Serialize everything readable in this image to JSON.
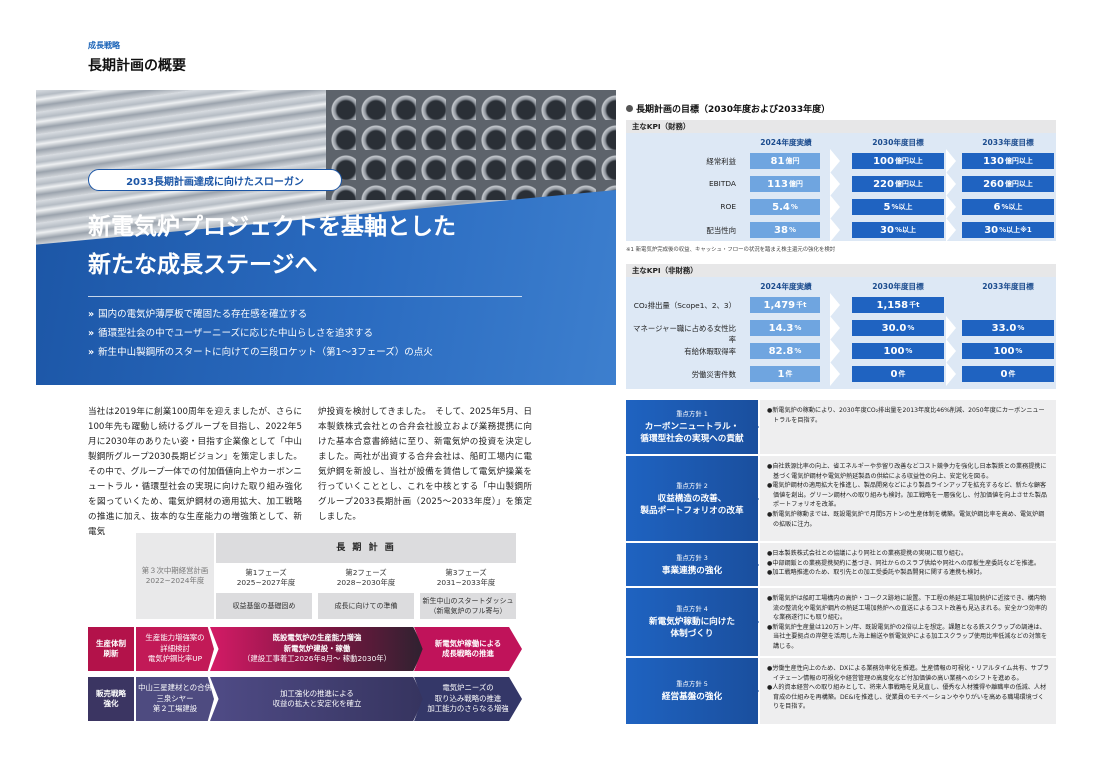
{
  "left": {
    "section_label": "成長戦略",
    "page_title": "長期計画の概要",
    "slogan_label": "2033長期計画達成に向けたスローガン",
    "headline_1": "新電気炉プロジェクトを基軸とした",
    "headline_2": "新たな成長ステージへ",
    "bullets": [
      "国内の電気炉薄厚板で確固たる存在感を確立する",
      "循環型社会の中でユーザーニーズに応じた中山らしさを追求する",
      "新生中山製鋼所のスタートに向けての三段ロケット（第1～3フェーズ）の点火"
    ],
    "body_1": "当社は2019年に創業100周年を迎えましたが、さらに100年先も躍動し続けるグループを目指し、2022年5月に2030年のありたい姿・目指す企業像として「中山製鋼所グループ2030長期ビジョン」を策定しました。その中で、グループ一体での付加価値向上やカーボンニュートラル・循環型社会の実現に向けた取り組み強化を図っていくため、電気炉鋼材の適用拡大、加工戦略の推進に加え、抜本的な生産能力の増強策として、新電気",
    "body_2": "炉投資を検討してきました。　そして、2025年5月、日本製鉄株式会社との合弁会社設立および業務提携に向けた基本合意書締結に至り、新電気炉の投資を決定しました。両社が出資する合弁会社は、船町工場内に電気炉鋼を新設し、当社が設備を賃借して電気炉操業を行っていくこととし、これを中核とする「中山製鋼所グループ2033長期計画（2025～2033年度）」を策定しました。",
    "diagram": {
      "prev_plan": "第３次中期経営計画\n2022~2024年度",
      "long_plan": "長 期 計 画",
      "phases": [
        {
          "name": "第1フェーズ",
          "years": "2025~2027年度",
          "theme": "収益基盤の基礎固め"
        },
        {
          "name": "第2フェーズ",
          "years": "2028~2030年度",
          "theme": "成長に向けての準備"
        },
        {
          "name": "第3フェーズ",
          "years": "2031~2033年度",
          "theme": "新生中山のスタートダッシュ\n（新電気炉のフル寄与）"
        }
      ],
      "row1_label": "生産体制\n刷新",
      "row1_a": "生産能力増強案の\n詳細検討\n電気炉鋼比率UP",
      "row1_b1": "既設電気炉の生産能力増強",
      "row1_b2": "新電気炉建設・稼働",
      "row1_b3": "（建設工事着工2026年8月～ 稼動2030年）",
      "row1_c": "新電気炉稼働による\n成長戦略の推進",
      "row2_label": "販売戦略\n強化",
      "row2_a": "中山三星建材との合併\n三泉シヤー\n第２工場建設",
      "row2_b": "加工強化の推進による\n収益の拡大と安定化を確立",
      "row2_c": "電気炉ニーズの\n取り込み戦略の推進\n加工能力のさらなる増強"
    }
  },
  "right": {
    "heading": "長期計画の目標（2030年度および2033年度）",
    "financial_band": "主なKPI（財務）",
    "nonfinancial_band": "主なKPI（非財務）",
    "col_heads": [
      "2024年度実績",
      "2030年度目標",
      "2033年度目標"
    ],
    "financial_rows": [
      {
        "name": "経常利益",
        "actual": "81",
        "actual_unit": "億円",
        "t2030": "100",
        "t2030_unit": "億円以上",
        "t2033": "130",
        "t2033_unit": "億円以上"
      },
      {
        "name": "EBITDA",
        "actual": "113",
        "actual_unit": "億円",
        "t2030": "220",
        "t2030_unit": "億円以上",
        "t2033": "260",
        "t2033_unit": "億円以上"
      },
      {
        "name": "ROE",
        "actual": "5.4",
        "actual_unit": "%",
        "t2030": "5",
        "t2030_unit": "%以上",
        "t2033": "6",
        "t2033_unit": "%以上"
      },
      {
        "name": "配当性向",
        "actual": "38",
        "actual_unit": "%",
        "t2030": "30",
        "t2030_unit": "%以上",
        "t2033": "30",
        "t2033_unit": "%以上※1"
      }
    ],
    "financial_note": "※1 新電気炉完成後の収益、キャッシュ・フローの状況を踏まえ株主還元の強化を検討",
    "nonfinancial_rows": [
      {
        "name": "CO₂排出量（Scope1、2、3）",
        "actual": "1,479",
        "actual_unit": "千t",
        "t2030": "1,158",
        "t2030_unit": "千t",
        "t2033": "",
        "t2033_unit": ""
      },
      {
        "name": "マネージャー職に占める女性比率",
        "actual": "14.3",
        "actual_unit": "%",
        "t2030": "30.0",
        "t2030_unit": "%",
        "t2033": "33.0",
        "t2033_unit": "%"
      },
      {
        "name": "有給休暇取得率",
        "actual": "82.8",
        "actual_unit": "%",
        "t2030": "100",
        "t2030_unit": "%",
        "t2033": "100",
        "t2033_unit": "%"
      },
      {
        "name": "労働災害件数",
        "actual": "1",
        "actual_unit": "件",
        "t2030": "0",
        "t2030_unit": "件",
        "t2033": "0",
        "t2033_unit": "件"
      }
    ],
    "policies": [
      {
        "tag": "重点方針 1",
        "title": "カーボンニュートラル・\n循環型社会の実現への貢献",
        "items": [
          "新電気炉の稼動により、2030年度CO₂排出量を2013年度比46%削減、2050年度にカーボンニュートラルを目指す。"
        ]
      },
      {
        "tag": "重点方針 2",
        "title": "収益構造の改善、\n製品ポートフォリオの改革",
        "items": [
          "自社鉄源比率の向上、省エネルギーや歩留り改善などコスト競争力を強化し日本製鉄との業務提携に基づく電気炉鋼材や電気炉熱延製品の供給による収益性の向上、安定化を図る。",
          "電気炉鋼材の適用拡大を推進し、製品開発などにより製品ラインアップを拡充するなど、新たな顧客価値を創出。グリーン鋼材への取り組みも検討。加工戦略を一層強化し、付加価値を向上させた製品ポートフォリオを改革。",
          "新電気炉稼動までは、既設電気炉で月間5万トンの生産体制を構築。電気炉鋼比率を高め、電気炉鋼の拡販に注力。"
        ]
      },
      {
        "tag": "重点方針 3",
        "title": "事業連携の強化",
        "items": [
          "日本製鉄株式会社との協議により同社との業務提携の実現に取り組む。",
          "中部鋼鈑との業務提携契約に基づき、同社からのスラブ供給や同社への厚板生産委託などを推進。",
          "加工戦略推進のため、取引先との加工受委託や製品開発に関する連携も検討。"
        ]
      },
      {
        "tag": "重点方針 4",
        "title": "新電気炉稼動に向けた\n体制づくり",
        "items": [
          "新電気炉は船町工場構内の高炉・コークス跡地に設置。下工程の熱延工場加熱炉に近接でき、構内物流の整流化や電気炉鋼片の熱延工場加熱炉への直送によるコスト改善も見込まれる。安全かつ効率的な業務遂行にも取り組む。",
          "新電気炉生産量は120万トン/年、既設電気炉の2倍以上を想定。課題となる鉄スクラップの調達は、当社主要拠点の岸壁を活用した海上輸送や新電気炉による加工スクラップ使用比率低減などの対策を講じる。"
        ]
      },
      {
        "tag": "重点方針 5",
        "title": "経営基盤の強化",
        "items": [
          "労働生産性向上のため、DXによる業務効率化を推進。生産情報の可視化・リアルタイム共有、サプライチェーン情報の可視化や経営管理の高度化など付加価値の高い業務へのシフトを進める。",
          "人的資本経営への取り組みとして、将来人事戦略を見見直し、優秀な人材獲得や離職率の低減、人材育成の仕組みを再構築。DE&Iを推進し、従業員のモチベーションややりがいを高める職場環境づくりを目指す。"
        ]
      }
    ]
  }
}
